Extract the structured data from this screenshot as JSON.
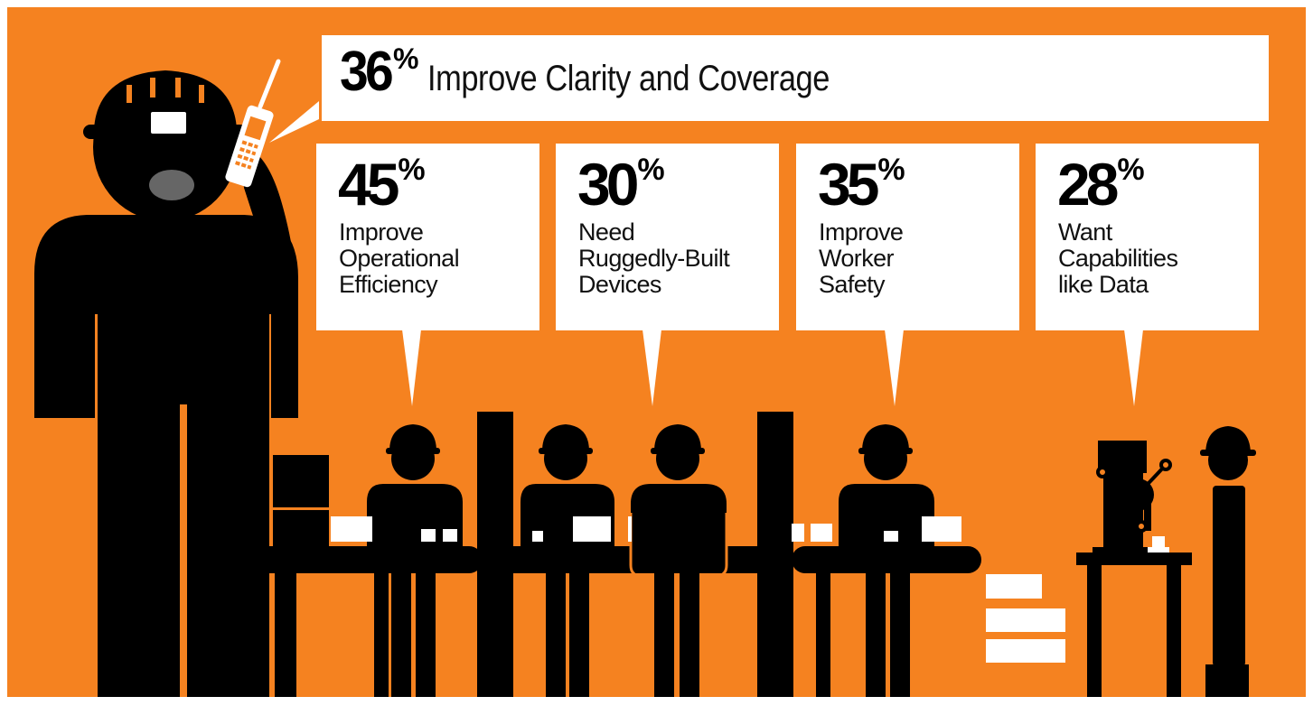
{
  "headline": {
    "value": "36",
    "percent_sign": "%",
    "label": "Improve Clarity and Coverage"
  },
  "stats": [
    {
      "value": "45",
      "percent_sign": "%",
      "lines": [
        "Improve",
        "Operational",
        "Efficiency"
      ]
    },
    {
      "value": "30",
      "percent_sign": "%",
      "lines": [
        "Need",
        "Ruggedly-Built",
        "Devices"
      ]
    },
    {
      "value": "35",
      "percent_sign": "%",
      "lines": [
        "Improve",
        "Worker",
        "Safety"
      ]
    },
    {
      "value": "28",
      "percent_sign": "%",
      "lines": [
        "Want",
        "Capabilities",
        "like Data"
      ]
    }
  ],
  "icons": [
    "hard-hat-worker-icon",
    "two-way-radio-icon",
    "assembly-worker-icon",
    "conveyor-line-icon",
    "drill-press-icon",
    "stacked-box-icon"
  ],
  "colors": {
    "background": "#f58220",
    "figure": "#000000",
    "bubble": "#ffffff",
    "mouth": "#666666"
  }
}
